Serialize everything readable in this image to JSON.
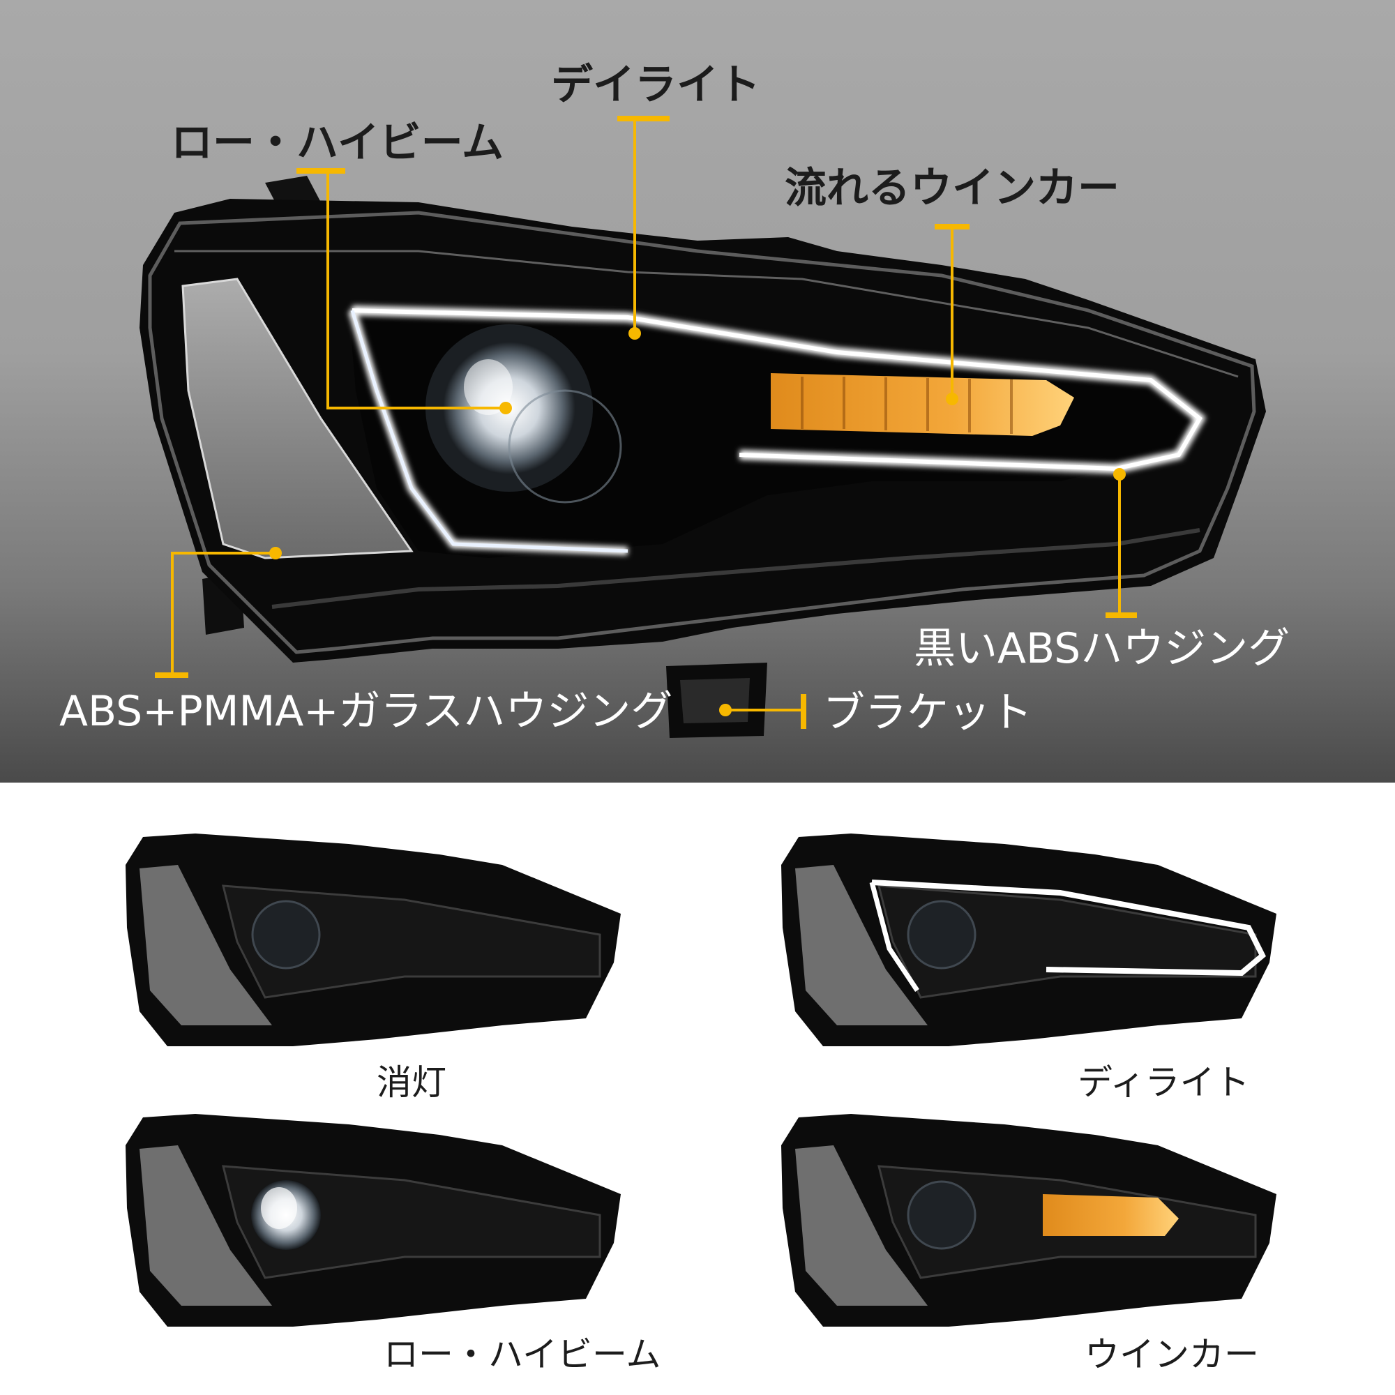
{
  "colors": {
    "accent": "#f7b800",
    "hero_bg": "#a3a3a3",
    "text_dark": "#1c1c1c",
    "text_light": "#ffffff"
  },
  "callouts": {
    "low_high_beam": "ロー・ハイビーム",
    "daylight": "デイライト",
    "sequential_turn_signal": "流れるウインカー",
    "black_abs_housing": "黒いABSハウジング",
    "lens_housing": "ABS+PMMA+ガラスハウジング",
    "bracket": "ブラケット"
  },
  "states": [
    {
      "caption": "消灯"
    },
    {
      "caption": "ディライト"
    },
    {
      "caption": "ロー・ハイビーム"
    },
    {
      "caption": "ウインカー"
    }
  ]
}
